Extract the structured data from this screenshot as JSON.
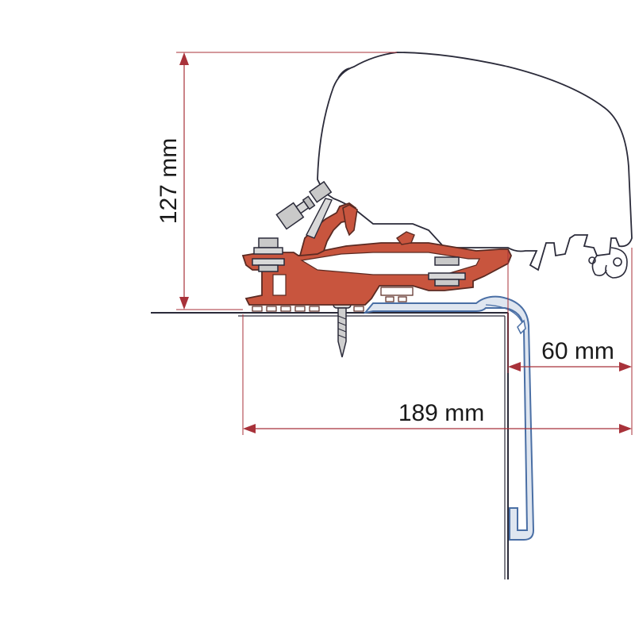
{
  "dimensions": {
    "height_label": "127 mm",
    "depth_label": "60 mm",
    "width_label": "189 mm"
  },
  "colors": {
    "bracket": "#c8553e",
    "bracket_stroke": "#5a2a22",
    "van_profile": "#4a6fa5",
    "dimension_line": "#a8323a",
    "outline": "#2b2b3a",
    "awning_fill": "#ffffff",
    "bolt": "#bfbfbf"
  }
}
